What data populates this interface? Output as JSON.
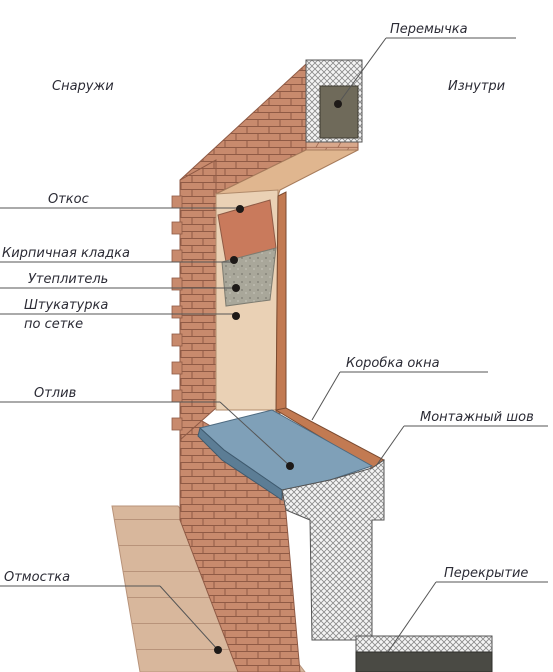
{
  "labels": {
    "lintel": "Перемычка",
    "outside": "Снаружи",
    "inside": "Изнутри",
    "reveal": "Откос",
    "brickwork": "Кирпичная кладка",
    "insulation": "Утеплитель",
    "plaster_line1": "Штукатурка",
    "plaster_line2": "по сетке",
    "window_frame": "Коробка окна",
    "drip_sill": "Отлив",
    "mounting_seam": "Монтажный шов",
    "blind_area": "Отмостка",
    "floor_slab": "Перекрытие"
  },
  "colors": {
    "brick_front": "#c88a6d",
    "brick_top": "#d9a88c",
    "brick_lines": "#8f5a45",
    "reveal": "#ead1b5",
    "reveal_top": "#e0b68f",
    "insulation": "#a9a79a",
    "sill": "#7fa0b8",
    "window_frame": "#c27a52",
    "concrete_hatch": "#8a8a8a",
    "lintel_core": "#6f6a5a",
    "blind_area": "#d8b79c"
  }
}
